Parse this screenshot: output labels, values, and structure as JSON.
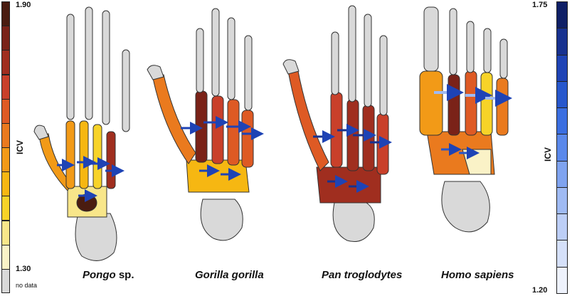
{
  "left_scale": {
    "title": "ICV",
    "max_label": "1.90",
    "min_label": "1.30",
    "nodata_label": "no data",
    "colors": [
      "#4a1c10",
      "#7a2218",
      "#a02e1f",
      "#c9402a",
      "#de5a24",
      "#ea7a1e",
      "#f29a17",
      "#f6b712",
      "#f7d328",
      "#f8e68a",
      "#faf2c7"
    ]
  },
  "right_scale": {
    "title": "ICV",
    "max_label": "1.75",
    "min_label": "1.20",
    "colors": [
      "#0f1f66",
      "#17318f",
      "#1e43b5",
      "#2757cc",
      "#3a6ee0",
      "#5a88ea",
      "#7fa3ef",
      "#9fbaf3",
      "#bccef6",
      "#d5e0f9",
      "#eef2fc"
    ]
  },
  "species": [
    {
      "name": "Pongo",
      "suffix": " sp."
    },
    {
      "name": "Gorilla gorilla",
      "suffix": ""
    },
    {
      "name": "Pan troglodytes",
      "suffix": ""
    },
    {
      "name": "Homo sapiens",
      "suffix": ""
    }
  ]
}
